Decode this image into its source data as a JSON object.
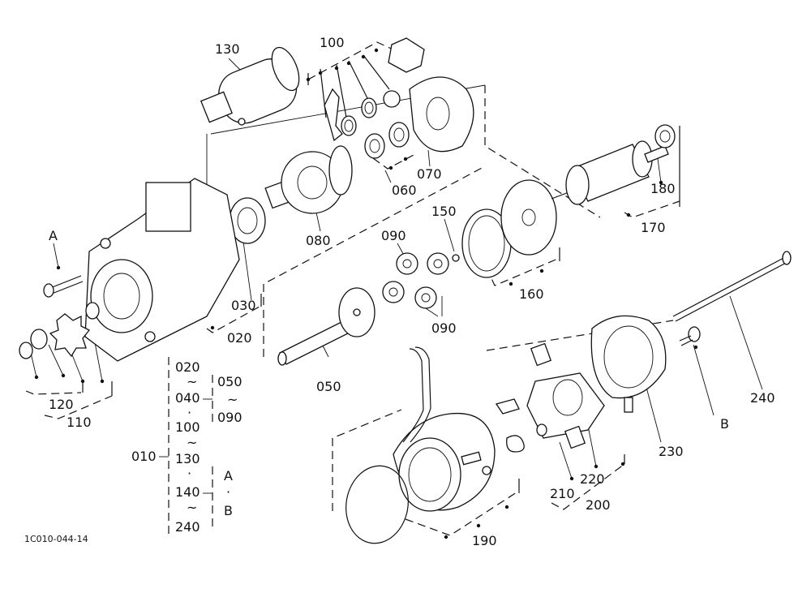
{
  "drawing_id": "1C010-044-14",
  "labels": {
    "p010": "010",
    "p020": "020",
    "p030": "030",
    "p050": "050",
    "p060": "060",
    "p070": "070",
    "p080": "080",
    "p090a": "090",
    "p090b": "090",
    "p100": "100",
    "p110": "110",
    "p120": "120",
    "p130": "130",
    "p150": "150",
    "p160": "160",
    "p170": "170",
    "p180": "180",
    "p190": "190",
    "p200": "200",
    "p210": "210",
    "p220": "220",
    "p230": "230",
    "p240": "240",
    "refA": "A",
    "refB": "B"
  },
  "legend": {
    "r1": "020",
    "r2": "040",
    "r3": "100",
    "r4": "130",
    "r5": "140",
    "r6": "240",
    "s1": "050",
    "s2": "090",
    "t1": "A",
    "t2": "B",
    "tilde": "~",
    "dot": "·"
  }
}
